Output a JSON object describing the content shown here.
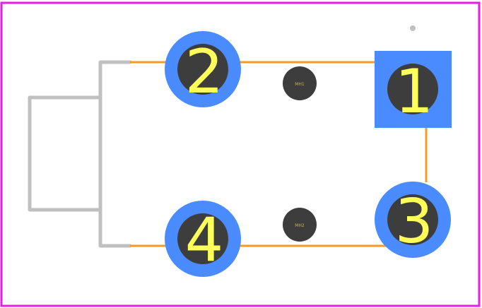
{
  "colors": {
    "board_outline": "#e61ee6",
    "pad_copper": "#4a8cff",
    "drill": "#3d3d3d",
    "pad_label": "#ffff5a",
    "silkscreen": "#c0c0c0",
    "courtyard": "#f59a23",
    "background": "#ffffff"
  },
  "pads": [
    {
      "id": "1",
      "label": "1",
      "shape": "square"
    },
    {
      "id": "2",
      "label": "2",
      "shape": "round"
    },
    {
      "id": "3",
      "label": "3",
      "shape": "round"
    },
    {
      "id": "4",
      "label": "4",
      "shape": "round"
    }
  ],
  "mounting_holes": [
    {
      "id": "MH1",
      "label": "MH1"
    },
    {
      "id": "MH2",
      "label": "MH2"
    }
  ]
}
